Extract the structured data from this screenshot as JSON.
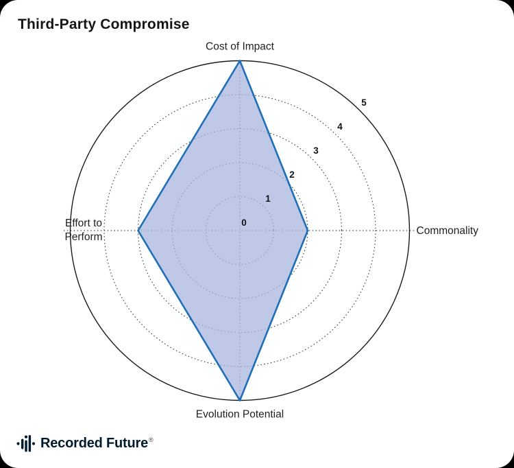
{
  "window": {
    "bg_color": "#000000",
    "card_color": "#ffffff"
  },
  "header": {
    "title": "Third-Party Compromise"
  },
  "chart_data": {
    "type": "radar",
    "title": "Third-Party Compromise",
    "axes": [
      "Cost of Impact",
      "Commonality",
      "Evolution Potential",
      "Effort to Perform"
    ],
    "values": [
      5,
      2,
      5,
      3
    ],
    "scale_min": 0,
    "scale_max": 5,
    "ticks": [
      0,
      1,
      2,
      3,
      4,
      5
    ],
    "grid_style": "dotted-circles-with-crosshair",
    "legend": "none",
    "colors": {
      "polygon_fill": "#a9b5df",
      "polygon_fill_opacity": 0.75,
      "polygon_stroke": "#1c6fb8",
      "grid": "#3a3a3a",
      "outer_ring": "#1a1a1a",
      "tick_label": "#111111",
      "axis_label": "#1f1f1f"
    }
  },
  "footer": {
    "brand": "Recorded Future",
    "registered": "®"
  }
}
